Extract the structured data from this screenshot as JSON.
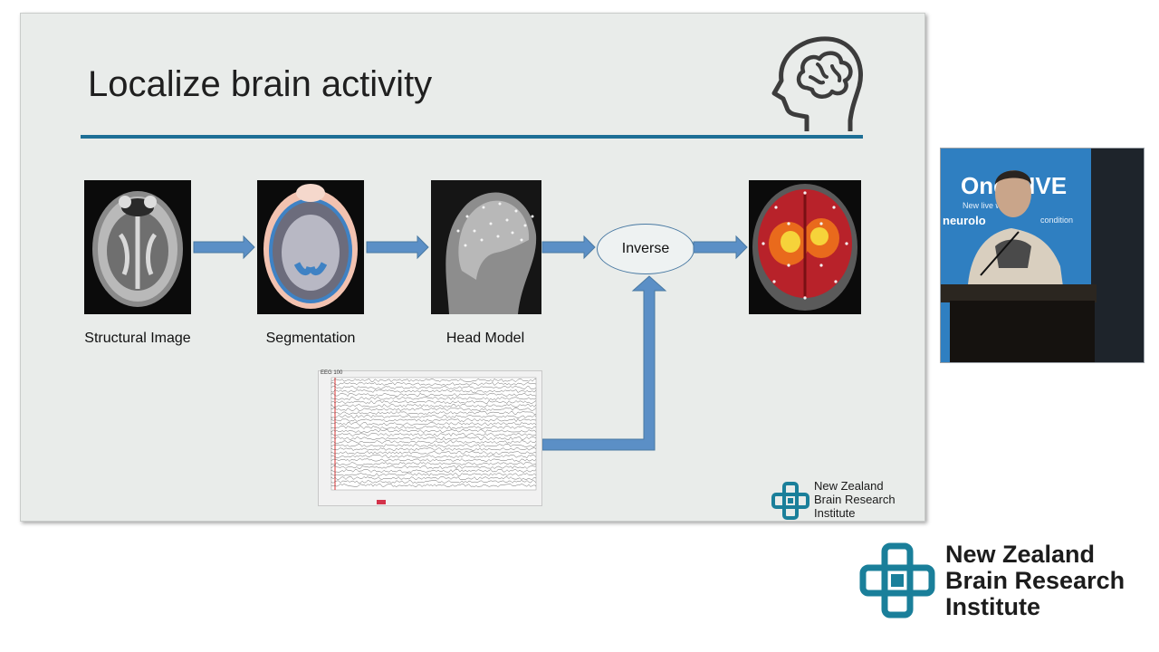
{
  "slide": {
    "title": "Localize brain activity",
    "captions": {
      "structural": "Structural Image",
      "segmentation": "Segmentation",
      "head_model": "Head Model"
    },
    "inverse_label": "Inverse",
    "eeg_label": "EEG 100",
    "logo_lines": [
      "New Zealand",
      "Brain Research",
      "Institute"
    ]
  },
  "camera": {
    "banner_big": "One VIVE",
    "banner_small": "New          live with a",
    "banner_mid": "neurolo",
    "banner_mid_small": "condition"
  },
  "footer_logo": {
    "lines": [
      "New Zealand",
      "Brain Research",
      "Institute"
    ]
  },
  "colors": {
    "accent_rule": "#1d6f96",
    "arrow": "#5b8fc6",
    "logo_teal": "#1a7f9a",
    "banner_blue": "#2f7fc1"
  }
}
